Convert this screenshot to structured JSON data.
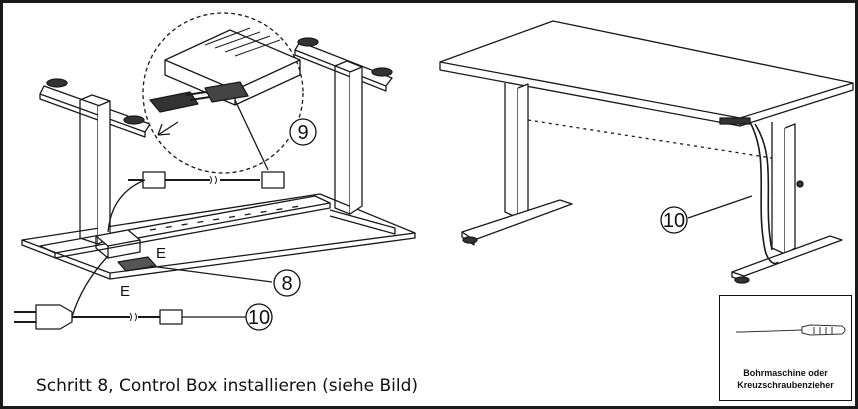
{
  "caption": "Schritt 8, Control Box installieren (siehe Bild)",
  "tool": {
    "line1": "Bohrmaschine oder",
    "line2": "Kreuzschraubenzieher",
    "icon": "screwdriver-icon"
  },
  "labels": {
    "part_9": "9",
    "part_8": "8",
    "part_10_cable": "10",
    "part_10_right": "10",
    "e_upper": "E",
    "e_lower": "E"
  }
}
